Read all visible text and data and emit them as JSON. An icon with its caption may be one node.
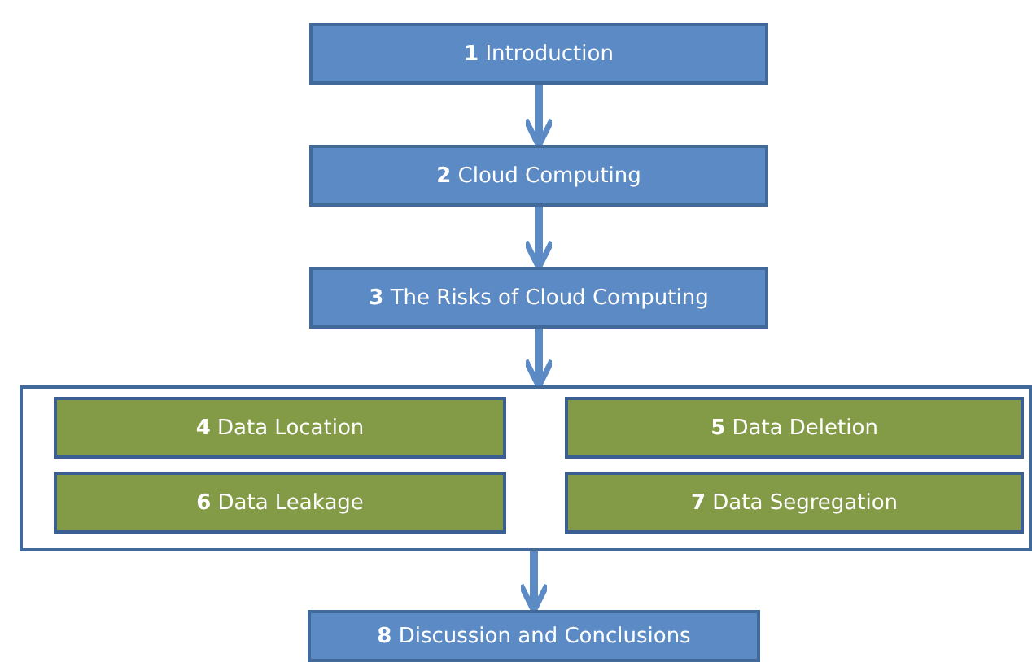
{
  "diagram": {
    "nodes": [
      {
        "text": [
          "**1** Introduction"
        ]
      },
      {
        "text": [
          "**2** Cloud Computing"
        ]
      },
      {
        "text": [
          "**3** The Risks of Cloud Computing"
        ]
      },
      {
        "text": [],
        "shape": "box"
      },
      {
        "text": [
          "**4** Data Location"
        ],
        "in": 3
      },
      {
        "text": [
          "**5** Data Deletion"
        ],
        "in": 3
      },
      {
        "text": [
          "**6** Data Leakage"
        ],
        "in": 3
      },
      {
        "text": [
          "**7** Data Segregation"
        ],
        "in": 3
      },
      {
        "text": [
          "**8** Discussion and Conclusions"
        ]
      }
    ],
    "edges": [
      {
        "from": 0,
        "to": 1,
        "arrow": "to"
      },
      {
        "from": 1,
        "to": 2,
        "arrow": "to"
      },
      {
        "from": 2,
        "to": 3,
        "arrow": "to"
      },
      {
        "from": 3,
        "to": 8,
        "arrow": "to"
      }
    ]
  }
}
